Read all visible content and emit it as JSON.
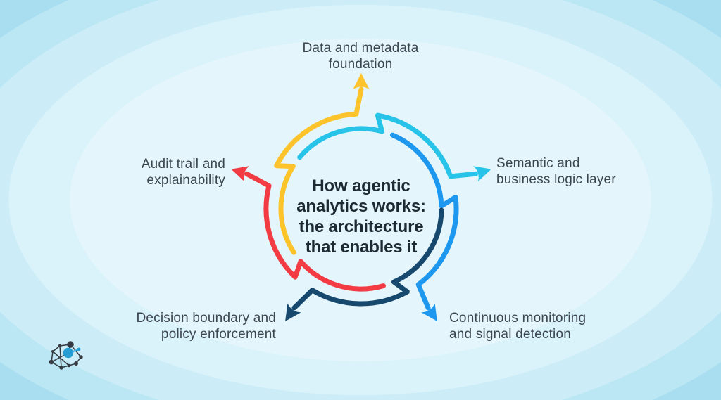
{
  "title": {
    "lines": [
      "How agentic",
      "analytics works:",
      "the architecture",
      "that enables it"
    ]
  },
  "segments": [
    {
      "name": "data-and-metadata-foundation",
      "label": "Data and metadata foundation",
      "label_lines": [
        "Data and metadata",
        "foundation"
      ],
      "color": "#FCC42A",
      "arrow_angle_deg": 360
    },
    {
      "name": "semantic-and-business-logic-layer",
      "label": "Semantic and business logic layer",
      "label_lines": [
        "Semantic and",
        "business logic layer"
      ],
      "color": "#27C3E8",
      "arrow_angle_deg": 73
    },
    {
      "name": "continuous-monitoring-and-signal-detection",
      "label": "Continuous monitoring and signal detection",
      "label_lines": [
        "Continuous monitoring",
        "and signal detection"
      ],
      "color": "#1E97EE",
      "arrow_angle_deg": 146
    },
    {
      "name": "decision-boundary-and-policy-enforcement",
      "label": "Decision boundary and policy enforcement",
      "label_lines": [
        "Decision boundary and",
        "policy enforcement"
      ],
      "color": "#17486E",
      "arrow_angle_deg": 214
    },
    {
      "name": "audit-trail-and-explainability",
      "label": "Audit trail and explainability",
      "label_lines": [
        "Audit trail and",
        "explainability"
      ],
      "color": "#F23B42",
      "arrow_angle_deg": 287
    }
  ],
  "colors": {
    "title_text": "#1E2A33",
    "label_text": "#3C4650",
    "background_bands": [
      "#E4F6FC",
      "#DAF2FA",
      "#CCEDF8",
      "#BBE6F4",
      "#A9DEF0"
    ],
    "logo_node": "#343A40",
    "logo_accent": "#259ED6"
  },
  "logo": {
    "name": "network-graph-logo"
  }
}
